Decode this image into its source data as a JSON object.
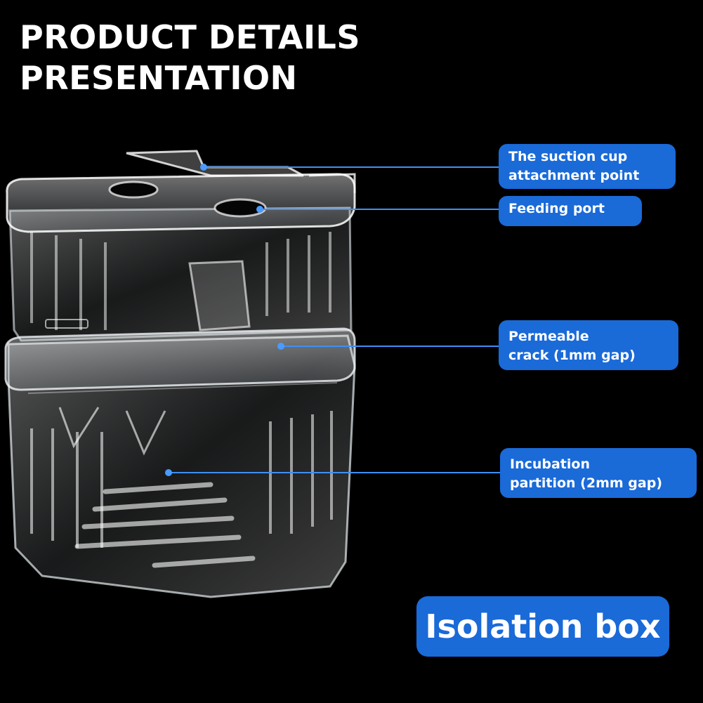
{
  "headline": {
    "line1": "PRODUCT DETAILS",
    "line2": "PRESENTATION"
  },
  "callouts": [
    {
      "line1": "The suction cup",
      "line2": "attachment point"
    },
    {
      "line1": "Feeding port"
    },
    {
      "line1": "Permeable",
      "line2": "crack (1mm gap)"
    },
    {
      "line1": "Incubation",
      "line2": "partition (2mm gap)"
    }
  ],
  "badge": {
    "label": "Isolation box"
  },
  "colors": {
    "background": "#000000",
    "accent": "#1a6ad8",
    "leader": "#3f8ff5"
  }
}
